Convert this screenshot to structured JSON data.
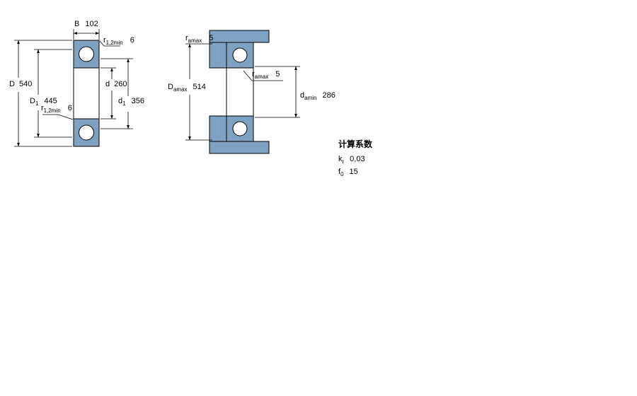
{
  "title": "bearing-dimension-drawing",
  "colors": {
    "steel_blue": "#7FA2C2",
    "outline": "#000000",
    "background": "#FFFFFF"
  },
  "left_view": {
    "b": {
      "sym": "B",
      "value": "102"
    },
    "r12_top": {
      "sym": "r",
      "sub": "1,2min",
      "value": "6"
    },
    "d_outer": {
      "sym": "D",
      "value": "540"
    },
    "d1_outer": {
      "sym": "D",
      "sub": "1",
      "value": "445"
    },
    "d_bore": {
      "sym": "d",
      "value": "260"
    },
    "d1_inner": {
      "sym": "d",
      "sub": "1",
      "value": "356"
    },
    "r12_bottom": {
      "sym": "r",
      "sub": "1,2min",
      "value": "6"
    }
  },
  "right_view": {
    "ra_top": {
      "sym": "r",
      "sub": "amax",
      "value": "5"
    },
    "da_outer": {
      "sym": "D",
      "sub": "amax",
      "value": "514"
    },
    "ra_mid": {
      "sym": "r",
      "sub": "amax",
      "value": "5"
    },
    "da_inner": {
      "sym": "d",
      "sub": "amin",
      "value": "286"
    }
  },
  "factors": {
    "heading": "计算系数",
    "kr": {
      "sym": "k",
      "sub": "r",
      "value": "0,03"
    },
    "f0": {
      "sym": "f",
      "sub": "0",
      "value": "15"
    }
  }
}
